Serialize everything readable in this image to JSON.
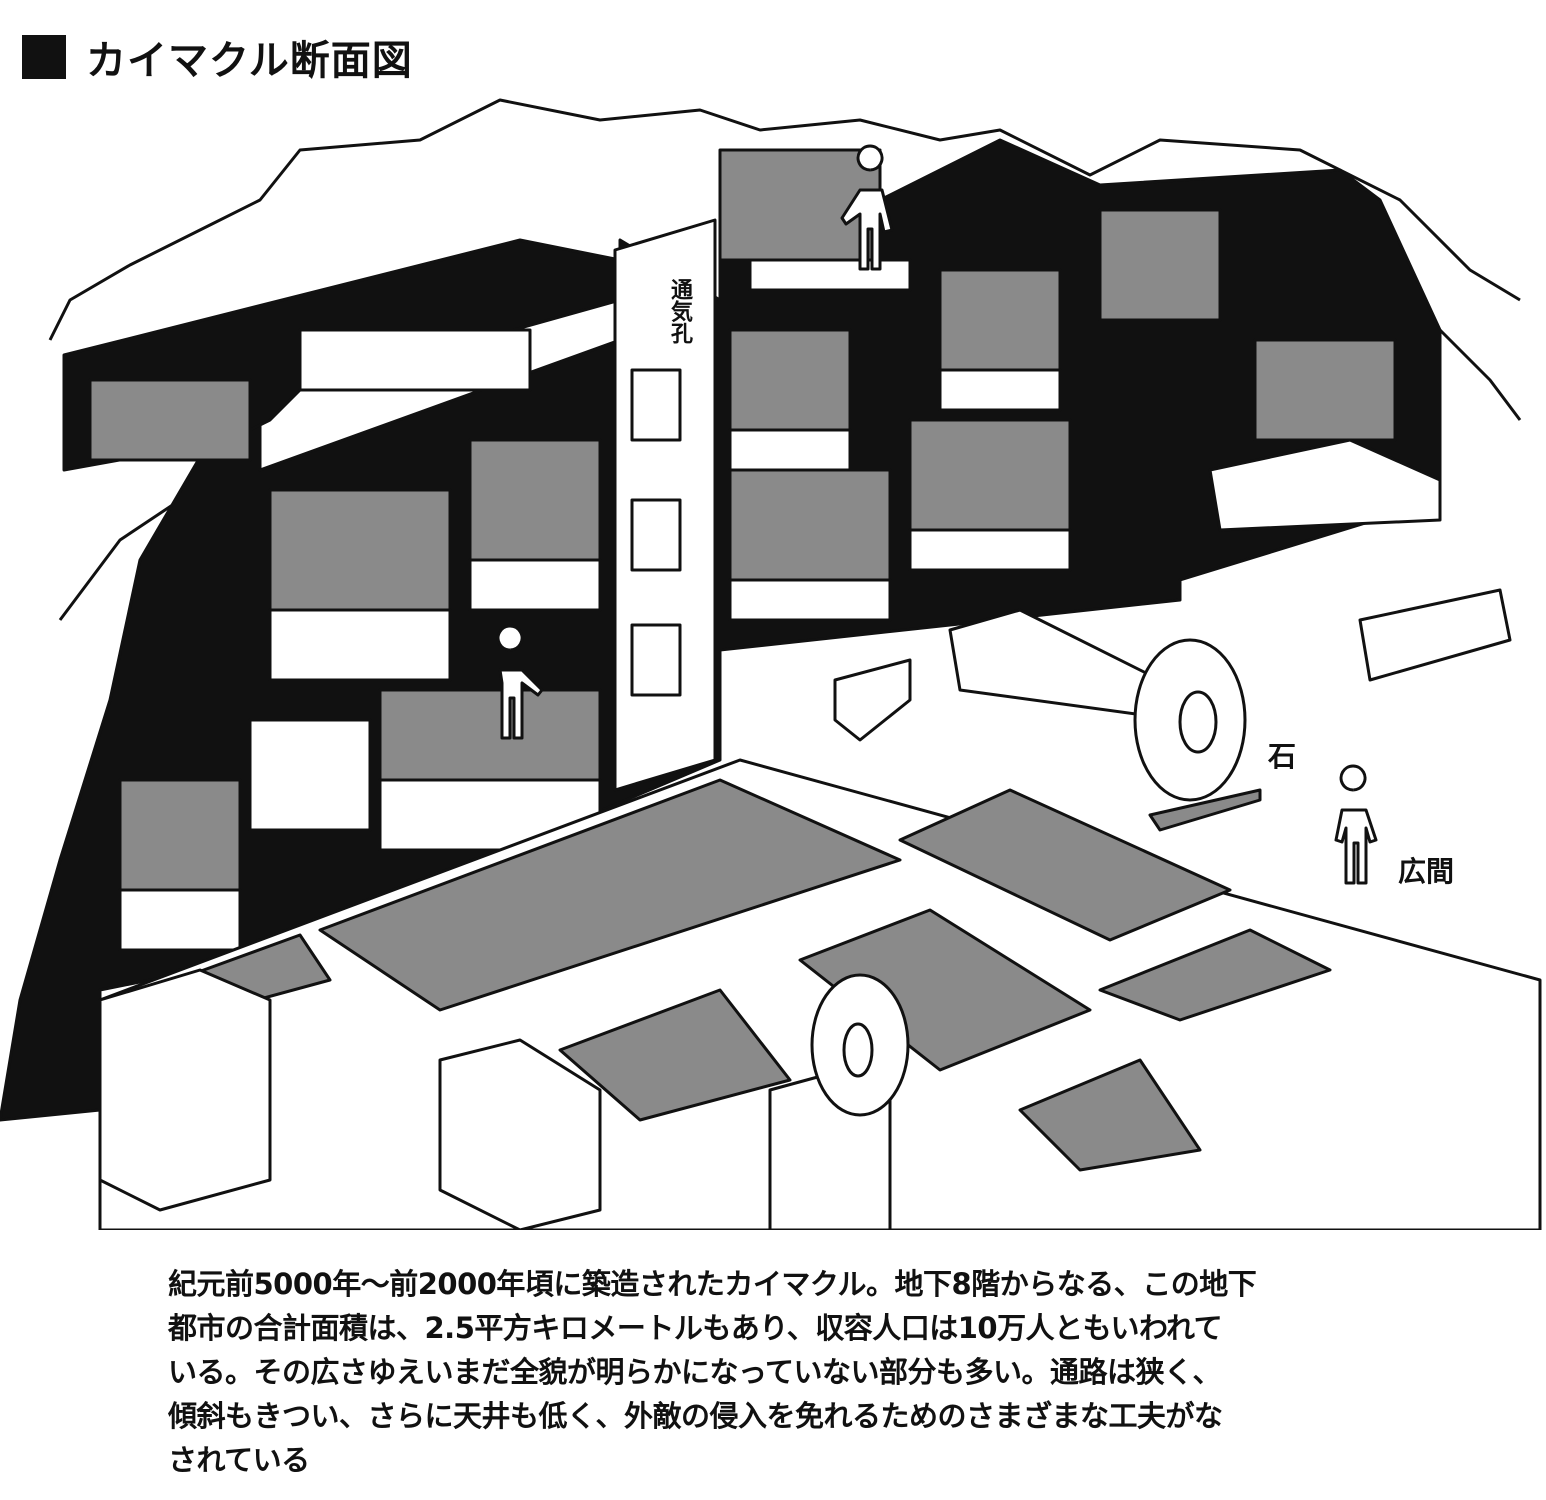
{
  "title": "カイマクル断面図",
  "labels": {
    "vent": "通気孔",
    "stone": "石",
    "hall": "広間"
  },
  "caption_lines": [
    "紀元前5000年～前2000年頃に築造されたカイマクル。地下8階からなる、この地下",
    "都市の合計面積は、2.5平方キロメートルもあり、収容人口は10万人ともいわれて",
    "いる。その広さゆえいまだ全貌が明らかになっていない部分も多い。通路は狭く、",
    "傾斜もきつい、さらに天井も低く、外敵の侵入を免れるためのさまざまな工夫がな",
    "されている"
  ],
  "colors": {
    "wall": "#111111",
    "floor_shade": "#8a8a8a",
    "paper": "#ffffff"
  }
}
